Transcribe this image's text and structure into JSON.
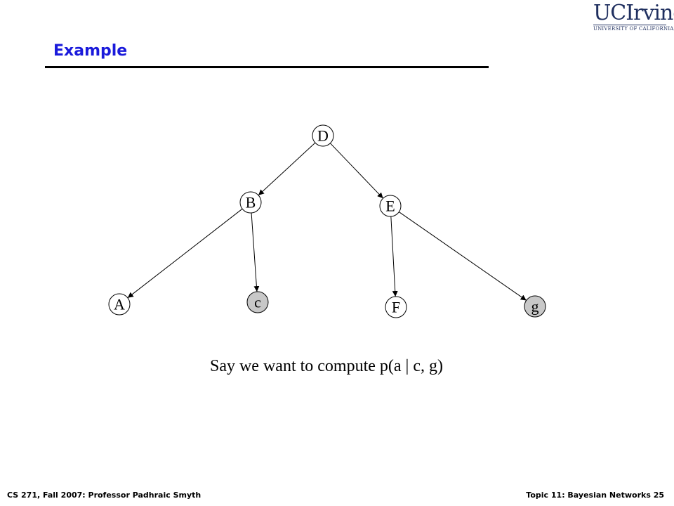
{
  "slide": {
    "title": "Example",
    "caption": "Say we want to compute p(a | c, g)"
  },
  "logo": {
    "main": "UCIrvine",
    "sub": "UNIVERSITY OF CALIFORNIA, IRVINE"
  },
  "footer": {
    "left": "CS 271, Fall 2007: Professor Padhraic Smyth",
    "right": "Topic 11: Bayesian Networks 25"
  },
  "graph": {
    "nodes": [
      {
        "id": "D",
        "label": "D",
        "observed": false
      },
      {
        "id": "B",
        "label": "B",
        "observed": false
      },
      {
        "id": "E",
        "label": "E",
        "observed": false
      },
      {
        "id": "A",
        "label": "A",
        "observed": false
      },
      {
        "id": "c",
        "label": "c",
        "observed": true
      },
      {
        "id": "F",
        "label": "F",
        "observed": false
      },
      {
        "id": "g",
        "label": "g",
        "observed": true
      }
    ],
    "edges": [
      {
        "from": "D",
        "to": "B"
      },
      {
        "from": "D",
        "to": "E"
      },
      {
        "from": "B",
        "to": "A"
      },
      {
        "from": "B",
        "to": "c"
      },
      {
        "from": "E",
        "to": "F"
      },
      {
        "from": "E",
        "to": "g"
      }
    ],
    "colors": {
      "observed_fill": "#c8c8c8",
      "hidden_fill": "#ffffff",
      "stroke": "#000000"
    }
  }
}
